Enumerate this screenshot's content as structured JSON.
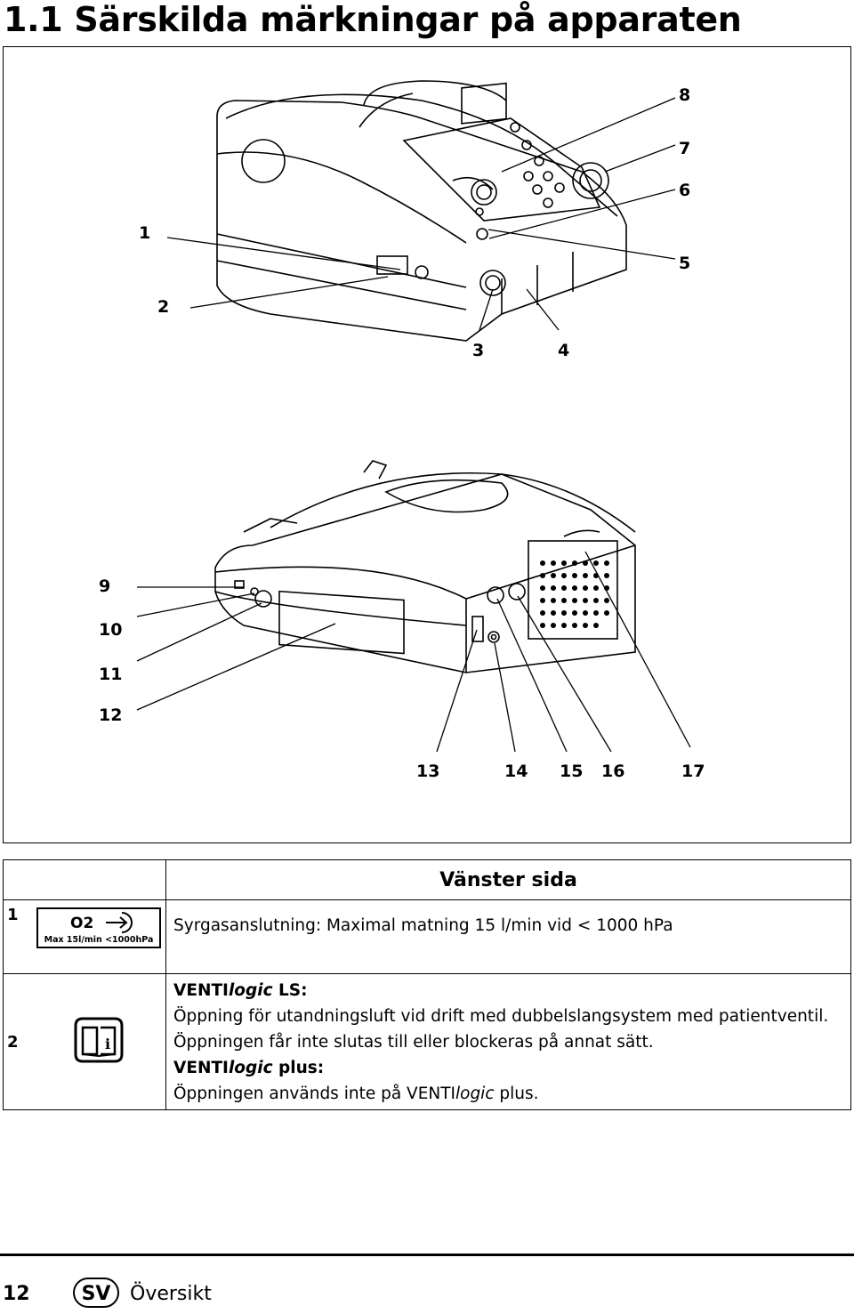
{
  "page": {
    "title": "1.1 Särskilda märkningar på apparaten"
  },
  "figure": {
    "callouts": [
      "1",
      "2",
      "3",
      "4",
      "5",
      "6",
      "7",
      "8",
      "9",
      "10",
      "11",
      "12",
      "13",
      "14",
      "15",
      "16",
      "17"
    ]
  },
  "table": {
    "header": "Vänster sida",
    "rows": [
      {
        "number": "1",
        "symbol": {
          "icon": "oxygen-inlet-label",
          "line1": "O2",
          "line2": "Max 15l/min <1000hPa"
        },
        "text": "Syrgasanslutning: Maximal matning 15 l/min vid < 1000 hPa"
      },
      {
        "number": "2",
        "symbol": {
          "icon": "info-book-icon"
        },
        "heading1_a": "VENTI",
        "heading1_b": "logic",
        "heading1_c": " LS:",
        "line1": "Öppning för utandningsluft vid drift med dubbelslangsystem med patientventil.",
        "line2": "Öppningen får inte slutas till eller blockeras på annat sätt.",
        "heading2_a": "VENTI",
        "heading2_b": "logic",
        "heading2_c": " plus:",
        "line3_a": "Öppningen används inte på VENTI",
        "line3_b": "logic",
        "line3_c": " plus."
      }
    ]
  },
  "footer": {
    "page_number": "12",
    "language": "SV",
    "section": "Översikt"
  }
}
